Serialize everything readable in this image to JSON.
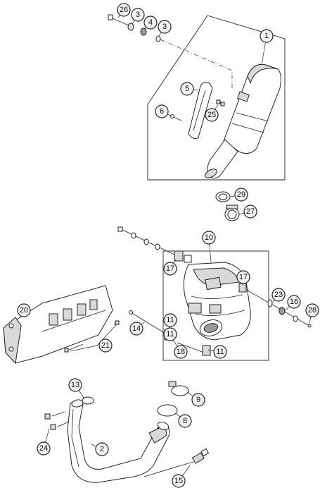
{
  "callouts": {
    "c1": "1",
    "c2": "2",
    "c3a": "3",
    "c3b": "3",
    "c4": "4",
    "c5": "5",
    "c6": "6",
    "c8": "8",
    "c9": "9",
    "c10": "10",
    "c11a": "11",
    "c11b": "11",
    "c11c": "11",
    "c13": "13",
    "c14": "14",
    "c15": "15",
    "c16": "16",
    "c17a": "17",
    "c17b": "17",
    "c18": "18",
    "c20": "20",
    "c21": "21",
    "c23": "23",
    "c24": "24",
    "c25": "25",
    "c26": "26",
    "c27": "27",
    "c28": "28",
    "c29": "29"
  },
  "colors": {
    "line": "#222222",
    "callout_fill": "#f2f2f2",
    "shade": "#d9d9d9"
  }
}
